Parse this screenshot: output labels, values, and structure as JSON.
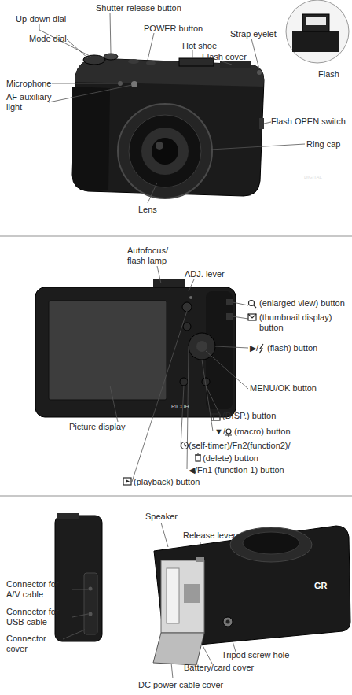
{
  "diagram": {
    "labels": [
      "Up-down dial",
      "Shutter-release button",
      "POWER button",
      "Mode dial",
      "Hot shoe",
      "Strap eyelet",
      "Flash cover",
      "Flash",
      "Microphone",
      "AF auxiliary light",
      "Flash OPEN switch",
      "Ring cap",
      "Lens",
      "GR",
      "DIGITAL",
      "Autofocus/ flash lamp",
      "ADJ. lever",
      "(enlarged view) button",
      "(thumbnail display) button",
      "▶/",
      "(flash) button",
      "MENU/OK button",
      "Picture display",
      "RICOH",
      "(DISP.) button",
      "▼/",
      "(macro) button",
      "(self-timer)/Fn2(function2)/",
      "(delete) button",
      "◀/Fn1 (function 1) button",
      "(playback) button",
      "Speaker",
      "Release lever",
      "Connector for A/V cable",
      "Connector for USB cable",
      "Connector cover",
      "GR",
      "Tripod screw hole",
      "Battery/card cover",
      "DC power cable cover"
    ]
  }
}
